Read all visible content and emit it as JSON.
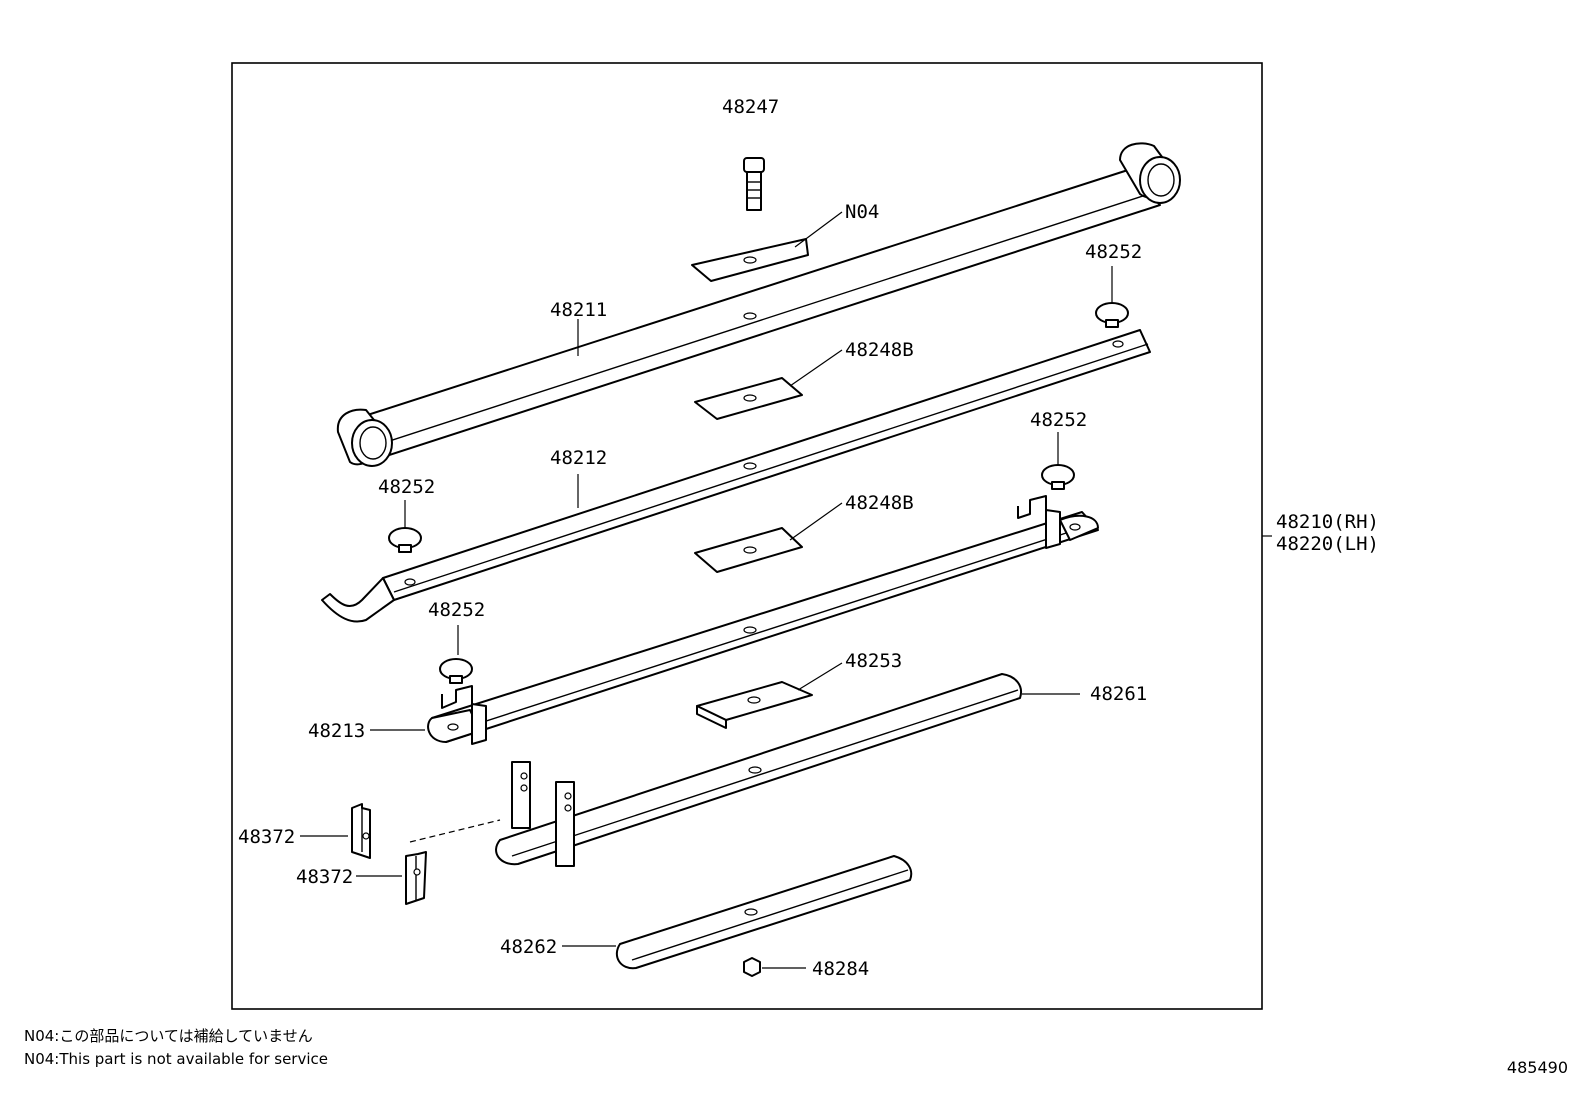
{
  "labels": {
    "p48247": "48247",
    "pN04": "N04",
    "p48252a": "48252",
    "p48211": "48211",
    "p48248b1": "48248B",
    "p48212": "48212",
    "p48252b": "48252",
    "p48252c": "48252",
    "p48248b2": "48248B",
    "p48210": "48210(RH)",
    "p48220": "48220(LH)",
    "p48252d": "48252",
    "p48253": "48253",
    "p48261": "48261",
    "p48213": "48213",
    "p48372a": "48372",
    "p48372b": "48372",
    "p48262": "48262",
    "p48284": "48284"
  },
  "notes": {
    "jp": "N04:この部品については補給していません",
    "en": "N04:This part is not available for service"
  },
  "figure_id": "485490"
}
